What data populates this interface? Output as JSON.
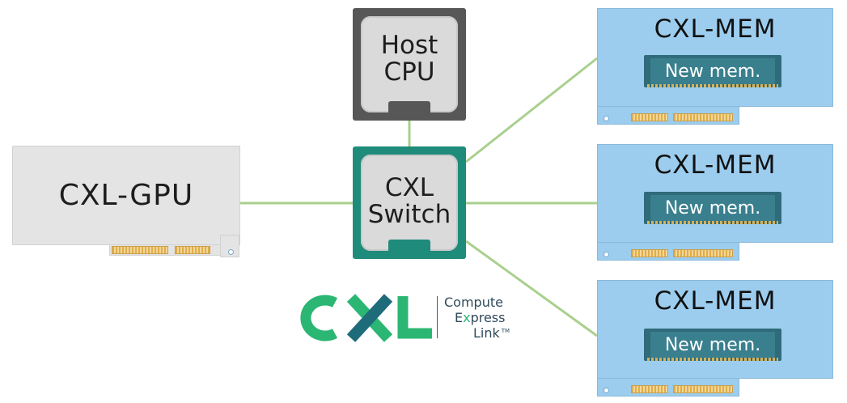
{
  "gpu": {
    "label": "CXL-GPU"
  },
  "cpu": {
    "line1": "Host",
    "line2": "CPU"
  },
  "switch": {
    "line1": "CXL",
    "line2": "Switch"
  },
  "memory_cards": [
    {
      "title": "CXL-MEM",
      "module": "New mem."
    },
    {
      "title": "CXL-MEM",
      "module": "New mem."
    },
    {
      "title": "CXL-MEM",
      "module": "New mem."
    }
  ],
  "logo": {
    "mark": "CXL",
    "line1": "Compute",
    "line2_prefix": "E",
    "line2_accent": "x",
    "line2_suffix": "press",
    "line3": "Link",
    "trademark": "TM"
  },
  "colors": {
    "connector": "#a9d08e",
    "switch_teal": "#1f8b7b",
    "cpu_dark": "#575757",
    "chip_face": "#dadada",
    "mem_card": "#9ccdee",
    "gpu_card": "#e4e4e4",
    "logo_green": "#2bb673",
    "logo_teal": "#1e6b7a"
  }
}
